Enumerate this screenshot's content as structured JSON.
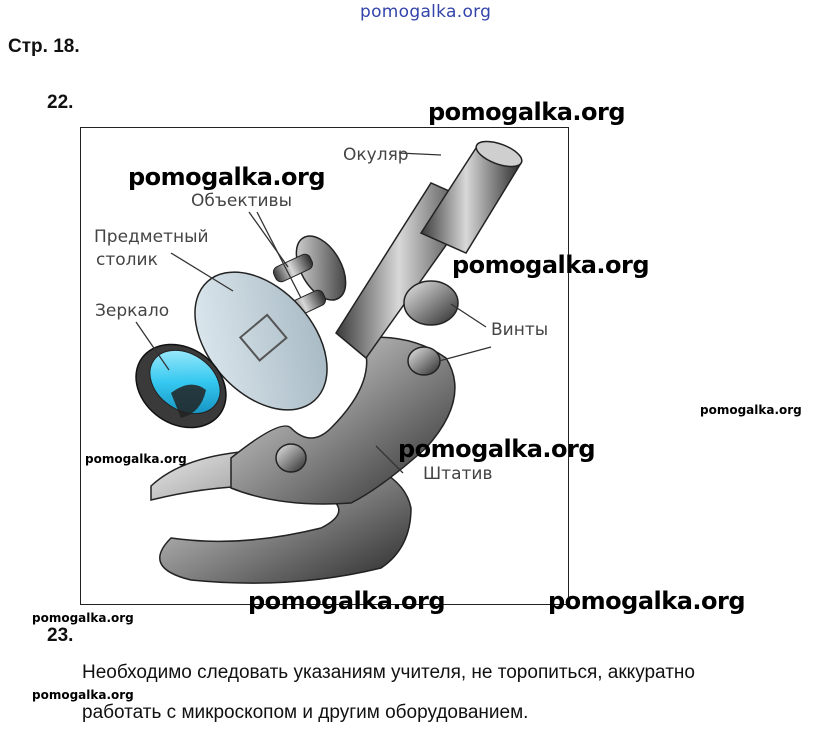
{
  "watermark": "pomogalka.org",
  "page_ref": "Стр. 18.",
  "task_22": "22.",
  "task_23": "23.",
  "labels": {
    "eyepiece": "Окуляр",
    "objectives": "Объективы",
    "stage_line1": "Предметный",
    "stage_line2": "столик",
    "mirror": "Зеркало",
    "screws": "Винты",
    "stand": "Штатив"
  },
  "answer_23": {
    "line1": "Необходимо следовать указаниям учителя, не торопиться, аккуратно",
    "line2": "работать с микроскопом и другим оборудованием."
  }
}
